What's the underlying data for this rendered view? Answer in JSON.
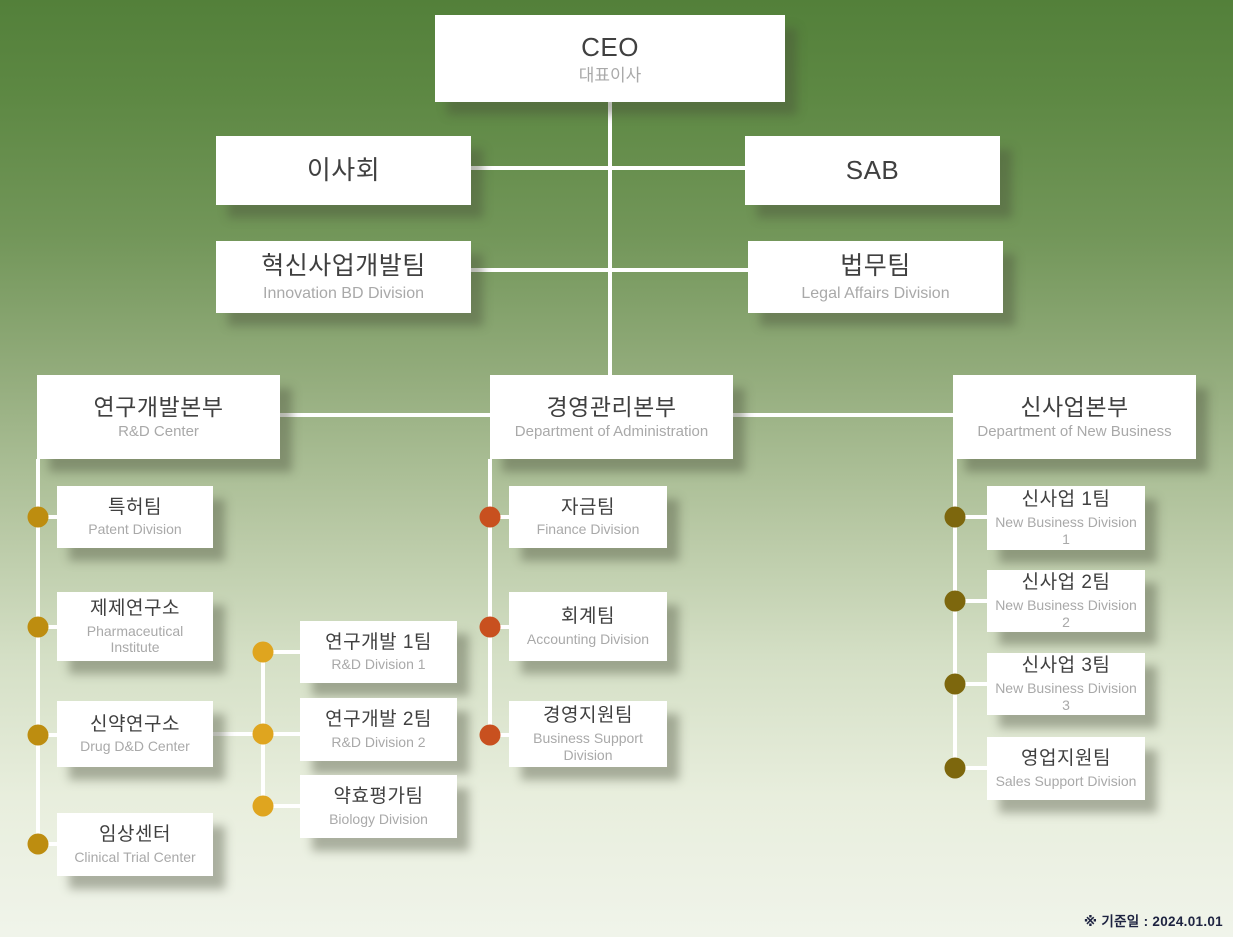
{
  "footnote": "※ 기준일 : 2024.01.01",
  "palette": {
    "background_top": "#53803a",
    "background_bottom": "#f0f4ea",
    "connector": "#ffffff",
    "box_fill": "#ffffff",
    "title_text": "#404040",
    "subtitle_text": "#a9a9a9",
    "bullet_gold": "#bd8d10",
    "bullet_amber": "#dfa51f",
    "bullet_red": "#c8501f",
    "bullet_olive": "#7d670d",
    "footnote_text": "#1d2340"
  },
  "nodes": {
    "ceo": {
      "title": "CEO",
      "subtitle": "대표이사"
    },
    "board": {
      "title": "이사회"
    },
    "sab": {
      "title": "SAB"
    },
    "innovation": {
      "title": "혁신사업개발팀",
      "subtitle": "Innovation BD Division"
    },
    "legal": {
      "title": "법무팀",
      "subtitle": "Legal Affairs Division"
    },
    "rnd_center": {
      "title": "연구개발본부",
      "subtitle": "R&D Center"
    },
    "admin": {
      "title": "경영관리본부",
      "subtitle": "Department of Administration"
    },
    "new_business": {
      "title": "신사업본부",
      "subtitle": "Department of New Business"
    },
    "patent": {
      "title": "특허팀",
      "subtitle": "Patent Division"
    },
    "pharma": {
      "title": "제제연구소",
      "subtitle": "Pharmaceutical Institute"
    },
    "drug": {
      "title": "신약연구소",
      "subtitle": "Drug D&D Center"
    },
    "clinical": {
      "title": "임상센터",
      "subtitle": "Clinical Trial Center"
    },
    "rnd1": {
      "title": "연구개발 1팀",
      "subtitle": "R&D Division 1"
    },
    "rnd2": {
      "title": "연구개발 2팀",
      "subtitle": "R&D Division 2"
    },
    "biology": {
      "title": "약효평가팀",
      "subtitle": "Biology Division"
    },
    "finance": {
      "title": "자금팀",
      "subtitle": "Finance Division"
    },
    "accounting": {
      "title": "회계팀",
      "subtitle": "Accounting Division"
    },
    "biz_support": {
      "title": "경영지원팀",
      "subtitle": "Business Support Division"
    },
    "nb1": {
      "title": "신사업 1팀",
      "subtitle": "New Business Division 1"
    },
    "nb2": {
      "title": "신사업 2팀",
      "subtitle": "New Business Division 2"
    },
    "nb3": {
      "title": "신사업 3팀",
      "subtitle": "New Business Division 3"
    },
    "sales_support": {
      "title": "영업지원팀",
      "subtitle": "Sales Support Division"
    }
  }
}
